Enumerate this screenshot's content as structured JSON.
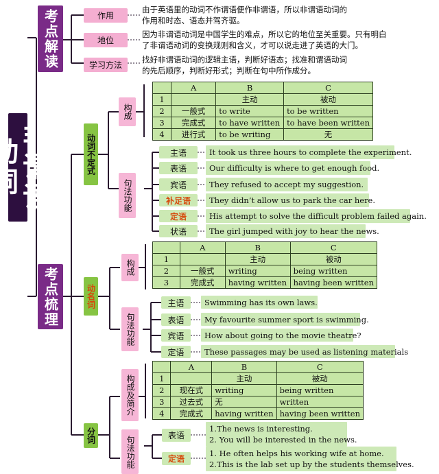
{
  "title": "非谓语动词",
  "intro": {
    "label": "考点解读",
    "rows": [
      {
        "key": "作用",
        "text": [
          "由于英语里的动词不作谓语便作非谓语，所以非谓语动词的",
          "作用和时态、语态并驾齐驱。"
        ]
      },
      {
        "key": "地位",
        "text": [
          "因为非谓语动词是中国学生的难点，所以它的地位至关重要。只有明白",
          "了非谓语动词的变换规则和含义，才可以说走进了英语的大门。"
        ]
      },
      {
        "key": "学习方法",
        "text": [
          "找好非谓语动词的逻辑主语，判断好语态；找准和谓语动词",
          "的先后顺序，判断好形式；判断在句中所作成分。"
        ]
      }
    ]
  },
  "outline_label": "考点梳理",
  "infinitive": {
    "label": "动词不定式",
    "form_label": "构成",
    "table": {
      "header": [
        "",
        "A",
        "B",
        "C"
      ],
      "rows": [
        [
          "1",
          "",
          "主动",
          "被动"
        ],
        [
          "2",
          "一般式",
          "to write",
          "to be written"
        ],
        [
          "3",
          "完成式",
          "to have written",
          "to have been written"
        ],
        [
          "4",
          "进行式",
          "to be writing",
          "无"
        ]
      ]
    },
    "func_label": "句法功能",
    "functions": [
      {
        "role": "主语",
        "example": "It took us three hours to complete the experiment.",
        "hl": false
      },
      {
        "role": "表语",
        "example": "Our difficulty is where to get enough food.",
        "hl": false
      },
      {
        "role": "宾语",
        "example": "They refused to accept my suggestion.",
        "hl": false
      },
      {
        "role": "补足语",
        "example": "They didn’t allow us to park the car here.",
        "hl": true
      },
      {
        "role": "定语",
        "example": "His attempt to solve the difficult problem failed again.",
        "hl": true
      },
      {
        "role": "状语",
        "example": "The girl jumped with joy to hear the news.",
        "hl": false
      }
    ]
  },
  "gerund": {
    "label": "动名词",
    "form_label": "构成",
    "table": {
      "header": [
        "",
        "A",
        "B",
        "C"
      ],
      "rows": [
        [
          "1",
          "",
          "主动",
          "被动"
        ],
        [
          "2",
          "一般式",
          "writing",
          "being written"
        ],
        [
          "3",
          "完成式",
          "having written",
          "having been written"
        ]
      ]
    },
    "func_label": "句法功能",
    "functions": [
      {
        "role": "主语",
        "example": "Swimming has its own laws."
      },
      {
        "role": "表语",
        "example": "My favourite summer sport is swimming."
      },
      {
        "role": "宾语",
        "example": "How about going to the movie theatre?"
      },
      {
        "role": "定语",
        "example": "These passages may be used as listening materials"
      }
    ]
  },
  "participle": {
    "label": "分词",
    "form_label": "构成及简介",
    "table": {
      "header": [
        "",
        "A",
        "B",
        "C"
      ],
      "rows": [
        [
          "1",
          "",
          "主动",
          "被动"
        ],
        [
          "2",
          "现在式",
          "writing",
          "being written"
        ],
        [
          "3",
          "过去式",
          "无",
          "written"
        ],
        [
          "4",
          "完成式",
          "having written",
          "having been written"
        ]
      ]
    },
    "func_label": "句法功能",
    "functions": [
      {
        "role": "表语",
        "hl": false,
        "examples": [
          "1.The news is interesting.",
          "2. You will be interested in the news."
        ]
      },
      {
        "role": "定语",
        "hl": true,
        "examples": [
          "1. He often helps his working wife at home.",
          "2.This is the lab set up by the students themselves."
        ]
      }
    ]
  },
  "colors": {
    "dark": "#2d0f3f",
    "purple": "#7a2b87",
    "pink": "#f4aed1",
    "green": "#86c443",
    "light_green": "#cde9b7",
    "highlight": "#d64a0c"
  }
}
